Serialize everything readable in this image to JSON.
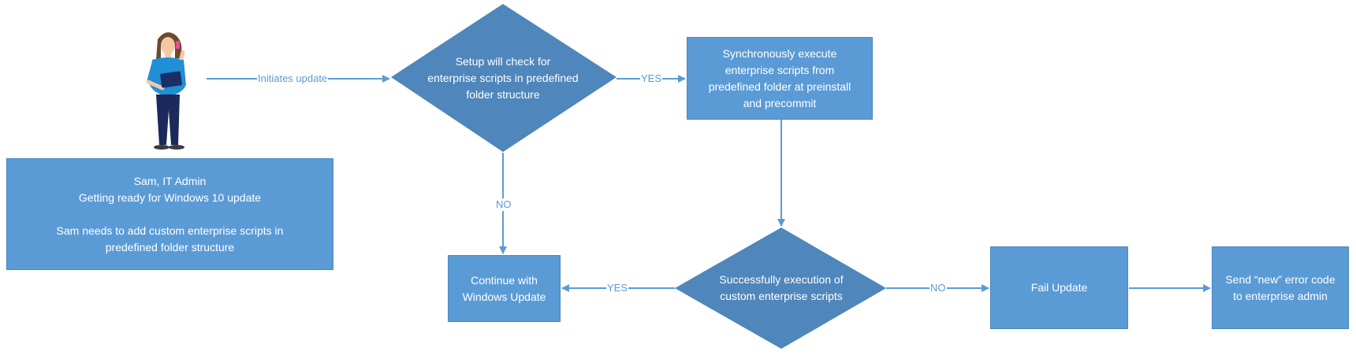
{
  "person": {
    "icon": "person-holding-tablet-on-phone-icon"
  },
  "admin_box": {
    "line1": "Sam, IT Admin",
    "line2": "Getting ready for Windows 10 update",
    "line3": "Sam needs to add custom enterprise scripts in",
    "line4": "predefined folder structure"
  },
  "edge_initiates": "Initiates update",
  "decision_check": {
    "line1": "Setup will check for",
    "line2": "enterprise scripts in predefined",
    "line3": "folder structure"
  },
  "edge_yes_top": "YES",
  "execute_box": {
    "line1": "Synchronously execute",
    "line2": "enterprise scripts from",
    "line3": "predefined folder at preinstall",
    "line4": "and precommit"
  },
  "edge_no_left": "NO",
  "continue_box": {
    "line1": "Continue with",
    "line2": "Windows Update"
  },
  "edge_yes_bottom": "YES",
  "decision_success": {
    "line1": "Successfully execution of",
    "line2": "custom enterprise scripts"
  },
  "edge_no_right": "NO",
  "fail_box": {
    "line1": "Fail Update"
  },
  "error_box": {
    "line1": "Send “new” error code",
    "line2": "to enterprise admin"
  },
  "colors": {
    "box": "#5b9bd5",
    "diamond": "#4f86bb",
    "line": "#5b9bd5"
  }
}
